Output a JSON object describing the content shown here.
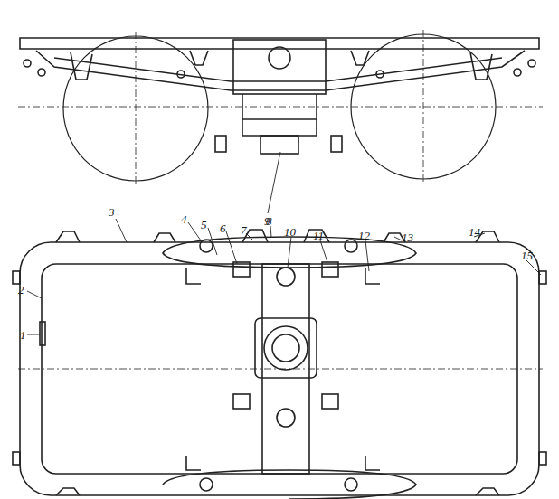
{
  "diagram": {
    "labels": [
      "9",
      "1",
      "2",
      "3",
      "4",
      "5",
      "6",
      "7",
      "8",
      "10",
      "11",
      "12",
      "13",
      "14",
      "15"
    ]
  }
}
